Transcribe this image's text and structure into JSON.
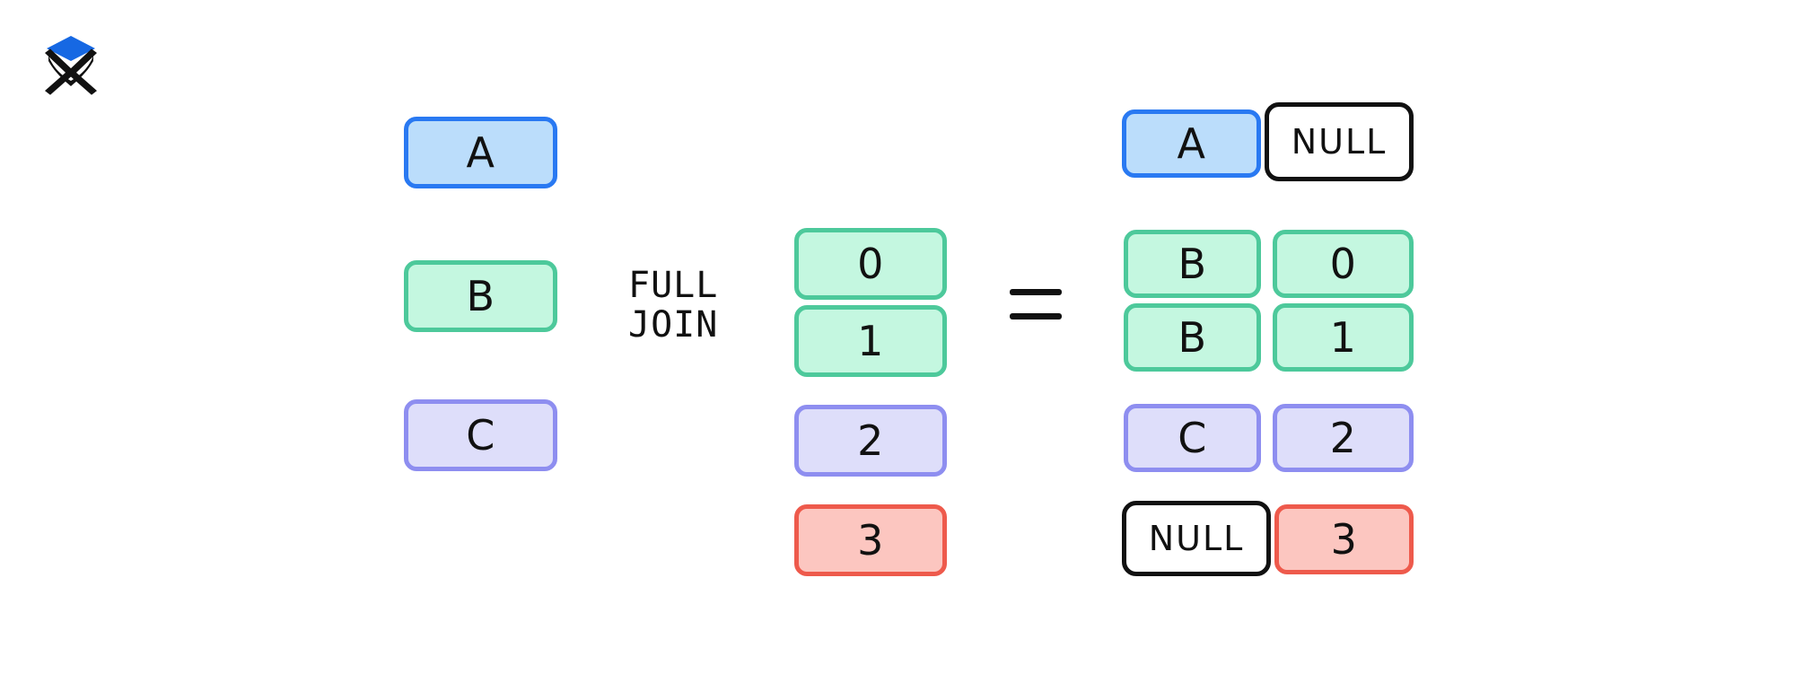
{
  "logo": {
    "name": "x-diamond-logo",
    "letter": "X",
    "diamond_color": "#1668e3",
    "letter_color": "#111111"
  },
  "palette": {
    "blue_fill": "#bbddfb",
    "blue_border": "#2979f2",
    "green_fill": "#c4f7e0",
    "green_border": "#4dc99b",
    "purple_fill": "#dedefa",
    "purple_border": "#8e8ef0",
    "red_fill": "#fcc6c0",
    "red_border": "#ee5a4c",
    "white_fill": "#ffffff",
    "black_border": "#111111",
    "background": "#ffffff"
  },
  "diagram": {
    "type": "sql-join-illustration",
    "operator_label": "FULL\nJOIN",
    "equals_label": "=",
    "left_table": {
      "name": "left-table",
      "rows": [
        {
          "label": "A",
          "color": "blue"
        },
        {
          "label": "B",
          "color": "green"
        },
        {
          "label": "C",
          "color": "purple"
        }
      ]
    },
    "right_table": {
      "name": "right-table",
      "rows": [
        {
          "label": "0",
          "color": "green"
        },
        {
          "label": "1",
          "color": "green"
        },
        {
          "label": "2",
          "color": "purple"
        },
        {
          "label": "3",
          "color": "red"
        }
      ]
    },
    "result_table": {
      "name": "result-table",
      "rows": [
        {
          "left": "A",
          "left_color": "blue",
          "right": "NULL",
          "right_color": "white"
        },
        {
          "left": "B",
          "left_color": "green",
          "right": "0",
          "right_color": "green"
        },
        {
          "left": "B",
          "left_color": "green",
          "right": "1",
          "right_color": "green"
        },
        {
          "left": "C",
          "left_color": "purple",
          "right": "2",
          "right_color": "purple"
        },
        {
          "left": "NULL",
          "left_color": "white",
          "right": "3",
          "right_color": "red"
        }
      ]
    }
  }
}
